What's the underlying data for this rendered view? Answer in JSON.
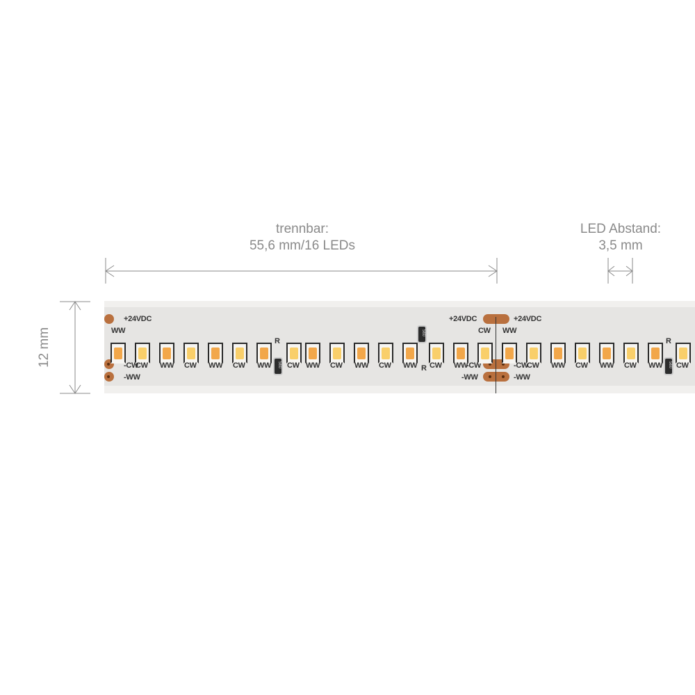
{
  "dimensions": {
    "cut": {
      "line1": "trennbar:",
      "line2": "55,6 mm/16 LEDs"
    },
    "spacing": {
      "line1": "LED Abstand:",
      "line2": "3,5 mm"
    },
    "width": "12 mm"
  },
  "strip": {
    "voltage_label": "+24VDC",
    "minus_cw": "-CW",
    "minus_ww": "-WW",
    "resistor_label": "R",
    "resistor_code": "560",
    "leds": [
      {
        "type": "WW",
        "label": "WW",
        "pos": "above"
      },
      {
        "type": "CW",
        "label": "CW",
        "pos": "below"
      },
      {
        "type": "WW",
        "label": "WW",
        "pos": "below"
      },
      {
        "type": "CW",
        "label": "CW",
        "pos": "below"
      },
      {
        "type": "WW",
        "label": "WW",
        "pos": "below"
      },
      {
        "type": "CW",
        "label": "CW",
        "pos": "below"
      },
      {
        "type": "WW",
        "label": "WW",
        "pos": "below"
      },
      {
        "type": "CW",
        "label": "CW",
        "pos": "below"
      },
      {
        "type": "WW",
        "label": "WW",
        "pos": "below"
      },
      {
        "type": "CW",
        "label": "CW",
        "pos": "below"
      },
      {
        "type": "WW",
        "label": "WW",
        "pos": "below"
      },
      {
        "type": "CW",
        "label": "CW",
        "pos": "below"
      },
      {
        "type": "WW",
        "label": "WW",
        "pos": "below"
      },
      {
        "type": "CW",
        "label": "CW",
        "pos": "below"
      },
      {
        "type": "WW",
        "label": "WW",
        "pos": "below"
      },
      {
        "type": "CW",
        "label": "CW",
        "pos": "above"
      },
      {
        "type": "WW",
        "label": "WW",
        "pos": "above"
      },
      {
        "type": "CW",
        "label": "CW",
        "pos": "below"
      },
      {
        "type": "WW",
        "label": "WW",
        "pos": "below"
      },
      {
        "type": "CW",
        "label": "CW",
        "pos": "below"
      },
      {
        "type": "WW",
        "label": "WW",
        "pos": "below"
      },
      {
        "type": "CW",
        "label": "CW",
        "pos": "below"
      },
      {
        "type": "WW",
        "label": "WW",
        "pos": "below"
      },
      {
        "type": "CW",
        "label": "CW",
        "pos": "below"
      }
    ]
  },
  "colors": {
    "ww": "#f2a74a",
    "cw": "#f9cf6a",
    "pad": "#b9703e",
    "dim": "#8a8a8a"
  }
}
